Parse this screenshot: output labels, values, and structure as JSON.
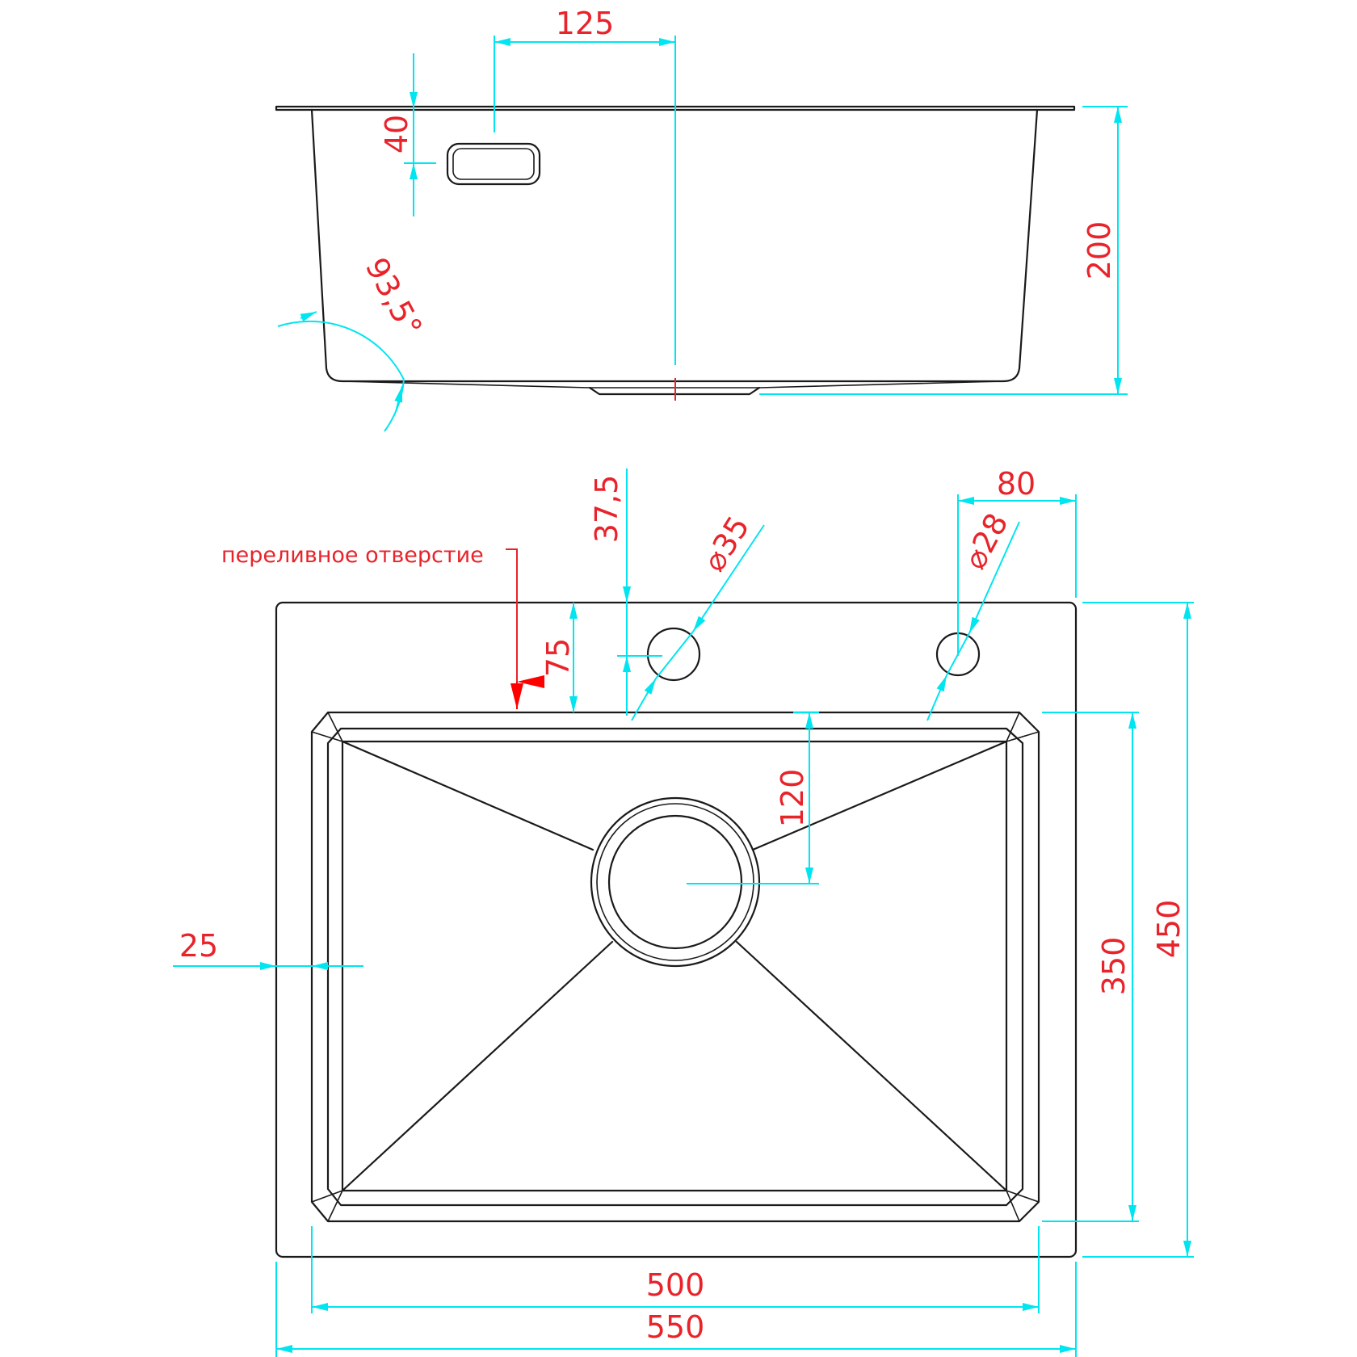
{
  "colors": {
    "outline": "#1a1a1a",
    "dimension": "#00e5f0",
    "label": "#e8232a",
    "arrow": "#ff0000"
  },
  "side_view": {
    "dim_overflow_offset": "125",
    "dim_overflow_height": "40",
    "dim_depth": "200",
    "angle": "93,5°"
  },
  "top_view": {
    "overflow_note": "переливное отверстие",
    "dim_hole_offset": "37,5",
    "dim_hole1_diameter": "⌀35",
    "dim_hole2_diameter": "⌀28",
    "dim_hole2_edge": "80",
    "dim_bowl_from_top": "75",
    "dim_drain_from_bowl": "120",
    "dim_rim": "25",
    "dim_bowl_depth": "350",
    "dim_total_depth": "450",
    "dim_bowl_width": "500",
    "dim_total_width": "550"
  }
}
